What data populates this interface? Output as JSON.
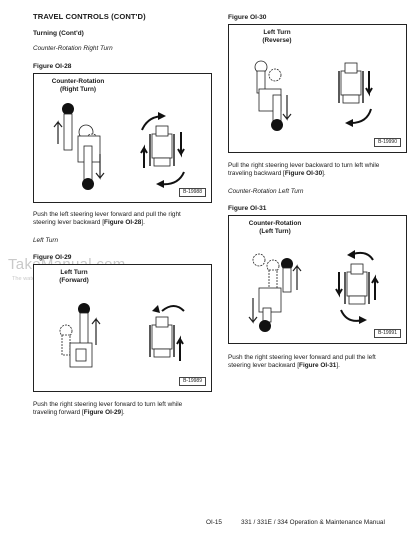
{
  "header": {
    "title": "TRAVEL CONTROLS (CONT'D)"
  },
  "left": {
    "subheading": "Turning (Cont'd)",
    "sub1": "Counter-Rotation Right Turn",
    "fig28": {
      "label": "Figure OI-28",
      "caption_l1": "Counter-Rotation",
      "caption_l2": "(Right Turn)",
      "tag": "B-19988"
    },
    "para28_l1": "Push the left steering lever forward and pull the right",
    "para28_l2_pre": "steering lever backward [",
    "para28_ref": "Figure OI-28",
    "para28_post": "].",
    "sub2": "Left Turn",
    "fig29": {
      "label": "Figure OI-29",
      "caption_l1": "Left Turn",
      "caption_l2": "(Forward)",
      "tag": "B-19989"
    },
    "para29_l1": "Push the right steering lever forward to turn left while",
    "para29_l2_pre": "traveling forward [",
    "para29_ref": "Figure OI-29",
    "para29_post": "]."
  },
  "right": {
    "fig30": {
      "label": "Figure OI-30",
      "caption_l1": "Left Turn",
      "caption_l2": "(Reverse)",
      "tag": "B-19990"
    },
    "para30_l1": "Pull the right steering lever backward to turn left while",
    "para30_l2_pre": "traveling backward [",
    "para30_ref": "Figure OI-30",
    "para30_post": "].",
    "sub3": "Counter-Rotation Left Turn",
    "fig31": {
      "label": "Figure OI-31",
      "caption_l1": "Counter-Rotation",
      "caption_l2": "(Left Turn)",
      "tag": "B-19991"
    },
    "para31_l1": "Push the right steering lever forward and pull the left",
    "para31_l2_pre": "steering lever backward [",
    "para31_ref": "Figure OI-31",
    "para31_post": "]."
  },
  "watermark": {
    "brand": "TakeManual.com",
    "note": "The watermark is only shown on this sample"
  },
  "footer": {
    "page": "OI-15",
    "title": "331 / 331E / 334 Operation & Maintenance Manual"
  }
}
